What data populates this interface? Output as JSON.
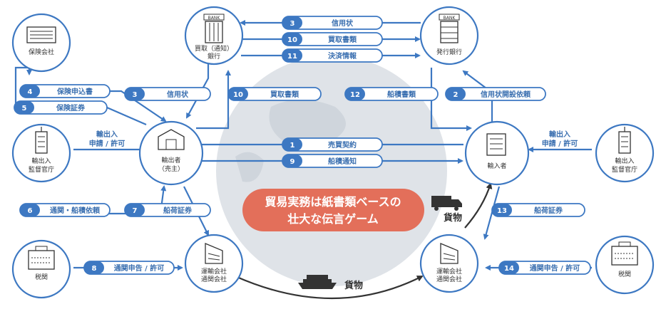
{
  "colors": {
    "blue": "#3d78c2",
    "blue_light": "#5b8fd1",
    "globe": "#dfe3e8",
    "banner": "#e36f5a",
    "dark": "#333333"
  },
  "nodes": {
    "insurance": "保険会社",
    "buying_bank": [
      "買取（通知）",
      "銀行"
    ],
    "issuing_bank": "発行銀行",
    "exporter": [
      "輸出者",
      "（売主）"
    ],
    "importer": "輸入者",
    "export_authority": [
      "輸出入",
      "監督官庁"
    ],
    "import_authority": [
      "輸出入",
      "監督官庁"
    ],
    "customs_left": "税関",
    "customs_right": "税関",
    "carrier_left": [
      "運輸会社",
      "通関会社"
    ],
    "carrier_right": [
      "運輸会社",
      "通関会社"
    ],
    "bank_sign": "BANK"
  },
  "steps": [
    {
      "num": "3",
      "text": "信用状"
    },
    {
      "num": "10",
      "text": "買取書類"
    },
    {
      "num": "11",
      "text": "決済情報"
    },
    {
      "num": "4",
      "text": "保険申込書"
    },
    {
      "num": "5",
      "text": "保険証券"
    },
    {
      "num": "3",
      "text": "信用状"
    },
    {
      "num": "10",
      "text": "買取書類"
    },
    {
      "num": "12",
      "text": "船積書類"
    },
    {
      "num": "2",
      "text": "信用状開設依頼"
    },
    {
      "num": "1",
      "text": "売買契約"
    },
    {
      "num": "9",
      "text": "船積通知"
    },
    {
      "num": "6",
      "text": "通関・船積依頼"
    },
    {
      "num": "7",
      "text": "船荷証券"
    },
    {
      "num": "13",
      "text": "船荷証券"
    },
    {
      "num": "8",
      "text": "通関申告 / 許可"
    },
    {
      "num": "14",
      "text": "通関申告 / 許可"
    }
  ],
  "labels": {
    "permit_left": [
      "輸出入",
      "申請 / 許可"
    ],
    "permit_right": [
      "輸出入",
      "申請 / 許可"
    ],
    "cargo_truck": "貨物",
    "cargo_ship": "貨物"
  },
  "banner": [
    "貿易実務は紙書類ベースの",
    "壮大な伝言ゲーム"
  ]
}
